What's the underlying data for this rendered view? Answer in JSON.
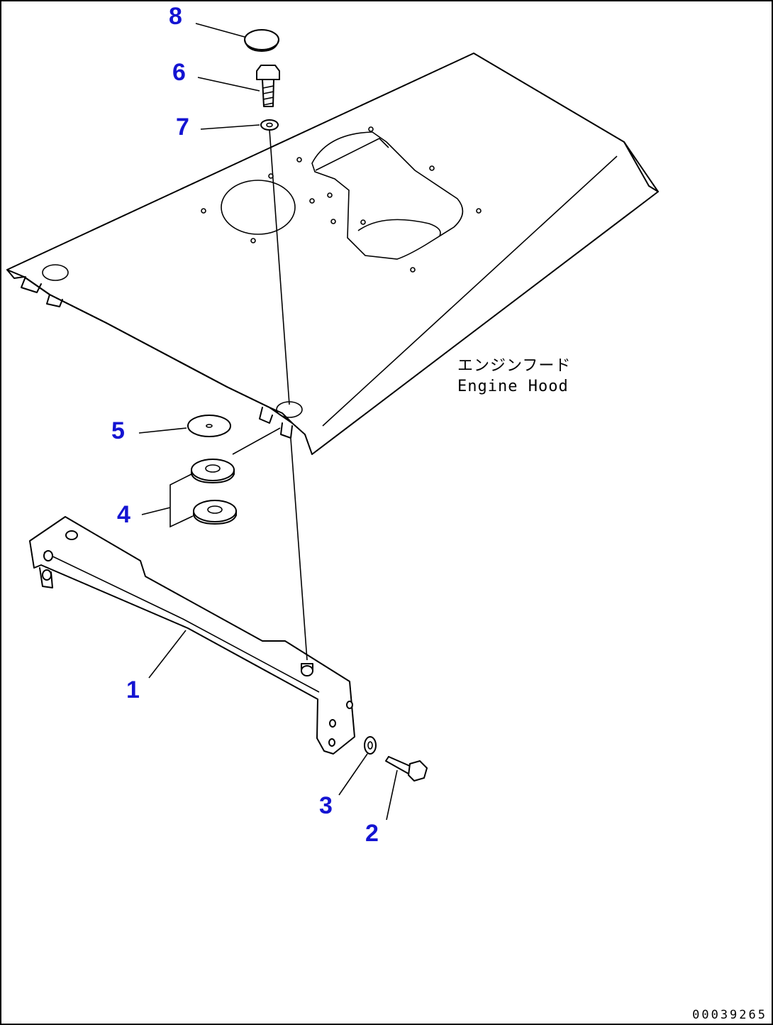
{
  "diagram": {
    "callouts": [
      {
        "id": "callout-8",
        "number": "8"
      },
      {
        "id": "callout-6",
        "number": "6"
      },
      {
        "id": "callout-7",
        "number": "7"
      },
      {
        "id": "callout-5",
        "number": "5"
      },
      {
        "id": "callout-4",
        "number": "4"
      },
      {
        "id": "callout-1",
        "number": "1"
      },
      {
        "id": "callout-3",
        "number": "3"
      },
      {
        "id": "callout-2",
        "number": "2"
      }
    ],
    "part_label": {
      "japanese": "エンジンフード",
      "english": "Engine Hood"
    },
    "drawing_id": "00039265",
    "colors": {
      "callout": "#1414d2",
      "linework": "#000000"
    }
  }
}
